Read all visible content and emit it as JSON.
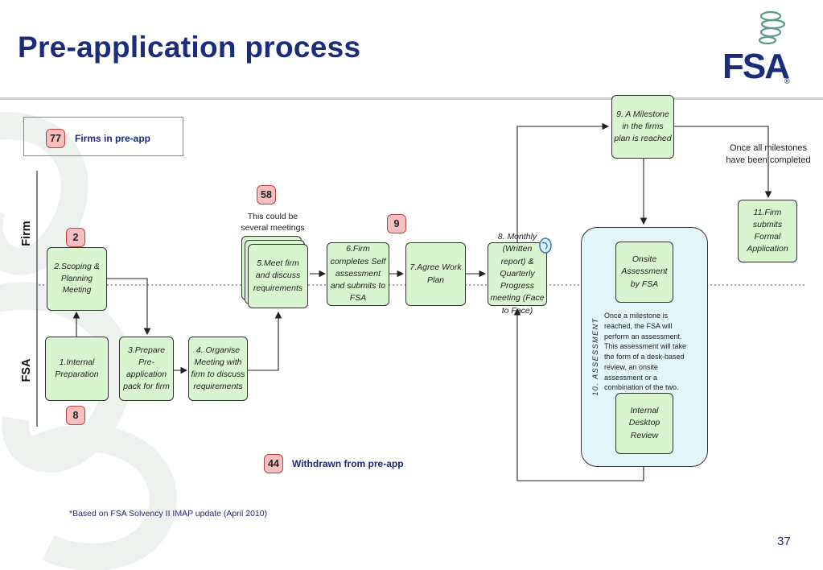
{
  "slide": {
    "title": "Pre-application process",
    "logo": "FSA",
    "logo_mark": "®",
    "footnote": "*Based on FSA Solvency II IMAP update (April 2010)",
    "page_number": "37"
  },
  "legend": {
    "firms_count": "77",
    "firms_label": "Firms in pre-app",
    "withdrawn_count": "44",
    "withdrawn_label": "Withdrawn from pre-app"
  },
  "lanes": {
    "firm": "Firm",
    "fsa": "FSA"
  },
  "badges": {
    "scoping": "2",
    "internal": "8",
    "meetings": "58",
    "self_assessment": "9"
  },
  "notes": {
    "meetings": "This could be several meetings",
    "milestones_done": "Once all milestones have been completed"
  },
  "steps": {
    "s1": "1.Internal Preparation",
    "s2a": "2.Scoping &",
    "s2b": "Planning Meeting",
    "s3": "3.Prepare Pre-application pack for firm",
    "s4": "4. Organise Meeting with firm to discuss requirements",
    "s5": "5.Meet firm and discuss requirements",
    "s6": "6.Firm completes Self assessment and submits to FSA",
    "s7": "7.Agree Work Plan",
    "s8": "8. Monthly (Written report) & Quarterly Progress meeting (Face to Face)",
    "s9": "9. A Milestone in the firms plan is reached",
    "s11": "11.Firm submits Formal Application"
  },
  "assessment": {
    "label": "10. ASSESSMENT",
    "onsite": "Onsite Assessment by FSA",
    "description": "Once a milestone is reached, the FSA will perform an assessment. This assessment will take the form of a desk-based review, an onsite assessment or a combination of the two.",
    "desktop": "Internal Desktop Review"
  }
}
